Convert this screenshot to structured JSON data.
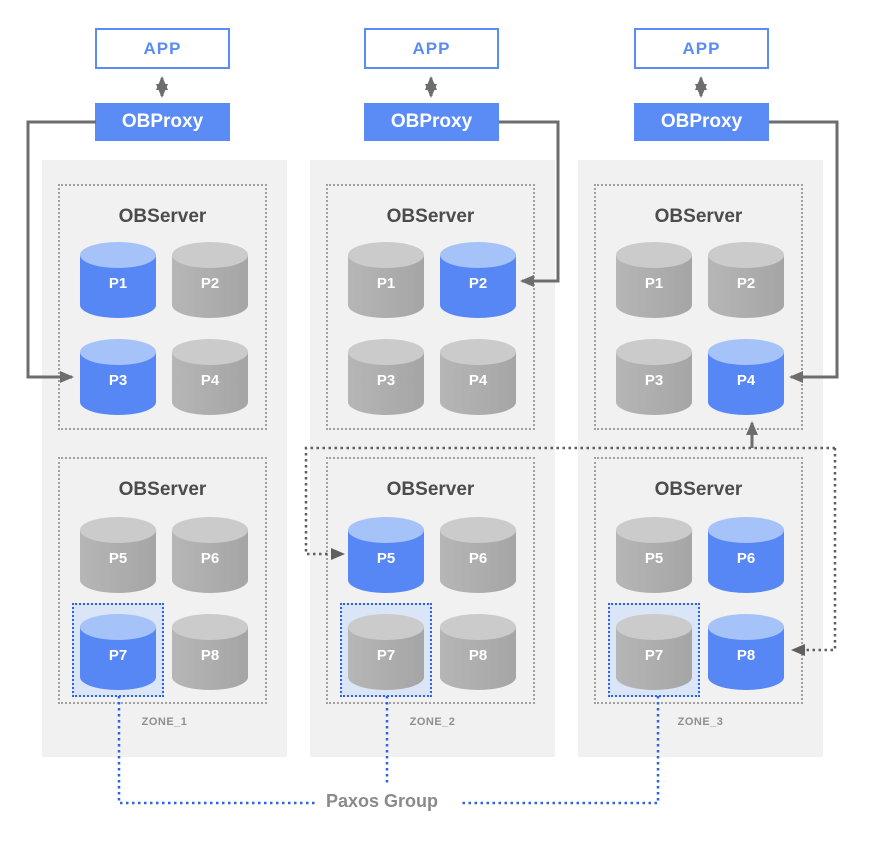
{
  "app": {
    "label": "APP"
  },
  "proxy": {
    "label": "OBProxy"
  },
  "server": {
    "label": "OBServer"
  },
  "paxos": {
    "label": "Paxos Group"
  },
  "zones": [
    {
      "name": "ZONE_1",
      "servers": [
        {
          "partitions": [
            {
              "label": "P1",
              "leader": true
            },
            {
              "label": "P2",
              "leader": false
            },
            {
              "label": "P3",
              "leader": true
            },
            {
              "label": "P4",
              "leader": false
            }
          ]
        },
        {
          "partitions": [
            {
              "label": "P5",
              "leader": false
            },
            {
              "label": "P6",
              "leader": false
            },
            {
              "label": "P7",
              "leader": true,
              "paxos_member": true
            },
            {
              "label": "P8",
              "leader": false
            }
          ]
        }
      ]
    },
    {
      "name": "ZONE_2",
      "servers": [
        {
          "partitions": [
            {
              "label": "P1",
              "leader": false
            },
            {
              "label": "P2",
              "leader": true
            },
            {
              "label": "P3",
              "leader": false
            },
            {
              "label": "P4",
              "leader": false
            }
          ]
        },
        {
          "partitions": [
            {
              "label": "P5",
              "leader": true
            },
            {
              "label": "P6",
              "leader": false
            },
            {
              "label": "P7",
              "leader": false,
              "paxos_member": true
            },
            {
              "label": "P8",
              "leader": false
            }
          ]
        }
      ]
    },
    {
      "name": "ZONE_3",
      "servers": [
        {
          "partitions": [
            {
              "label": "P1",
              "leader": false
            },
            {
              "label": "P2",
              "leader": false
            },
            {
              "label": "P3",
              "leader": false
            },
            {
              "label": "P4",
              "leader": true
            }
          ]
        },
        {
          "partitions": [
            {
              "label": "P5",
              "leader": false
            },
            {
              "label": "P6",
              "leader": true
            },
            {
              "label": "P7",
              "leader": false,
              "paxos_member": true
            },
            {
              "label": "P8",
              "leader": true
            }
          ]
        }
      ]
    }
  ],
  "colors": {
    "accent_blue": "#5b8bf4",
    "leader_blue": "#5787f4",
    "leader_blue_top": "#a5c2f9",
    "follower_gray": "#adadad",
    "follower_gray_top": "#cbcbcb",
    "zone_background": "#f1f1f2",
    "arrow_gray": "#6d6d6d",
    "paxos_blue": "#2d63e8",
    "paxos_fill": "#dbe5f8"
  }
}
